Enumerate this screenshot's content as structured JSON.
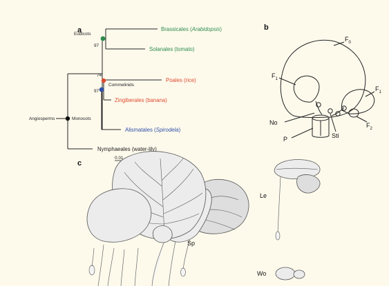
{
  "panels": {
    "a": "a",
    "b": "b",
    "c": "c"
  },
  "tree": {
    "nodes": {
      "angiosperms": "Angiosperms",
      "eudicots": "Eudicots",
      "monocots": "Monocots",
      "commelinids": "Commelinids"
    },
    "bootstrap": {
      "eudicots": "97",
      "commelinids": "74",
      "monocots": "97"
    },
    "taxa": {
      "brassicales": {
        "name": "Brassicales (",
        "species": "Arabidopsis",
        "close": ")"
      },
      "solanales": {
        "name": "Solanales (tomato)"
      },
      "poales": {
        "name": "Poales (rice)"
      },
      "zingiberales": {
        "name": "Zingiberales (banana)"
      },
      "alismatales": {
        "name": "Alismatales (",
        "species": "Spirodela",
        "close": ")"
      },
      "nymphaeales": {
        "name": "Nymphaeales (water-lily)"
      }
    },
    "scale": "0.01",
    "colors": {
      "eudicot": "#2e8b4e",
      "commelinid": "#e04a2f",
      "monocot": "#3050a8",
      "root": "#111111"
    }
  },
  "schematic": {
    "labels": {
      "F": "F",
      "sub0": "0",
      "sub1": "1",
      "sub2": "2",
      "No": "No",
      "P": "P",
      "Sti": "Sti"
    }
  },
  "illustration": {
    "labels": {
      "Sp": "Sp",
      "Le": "Le",
      "Wo": "Wo"
    }
  }
}
